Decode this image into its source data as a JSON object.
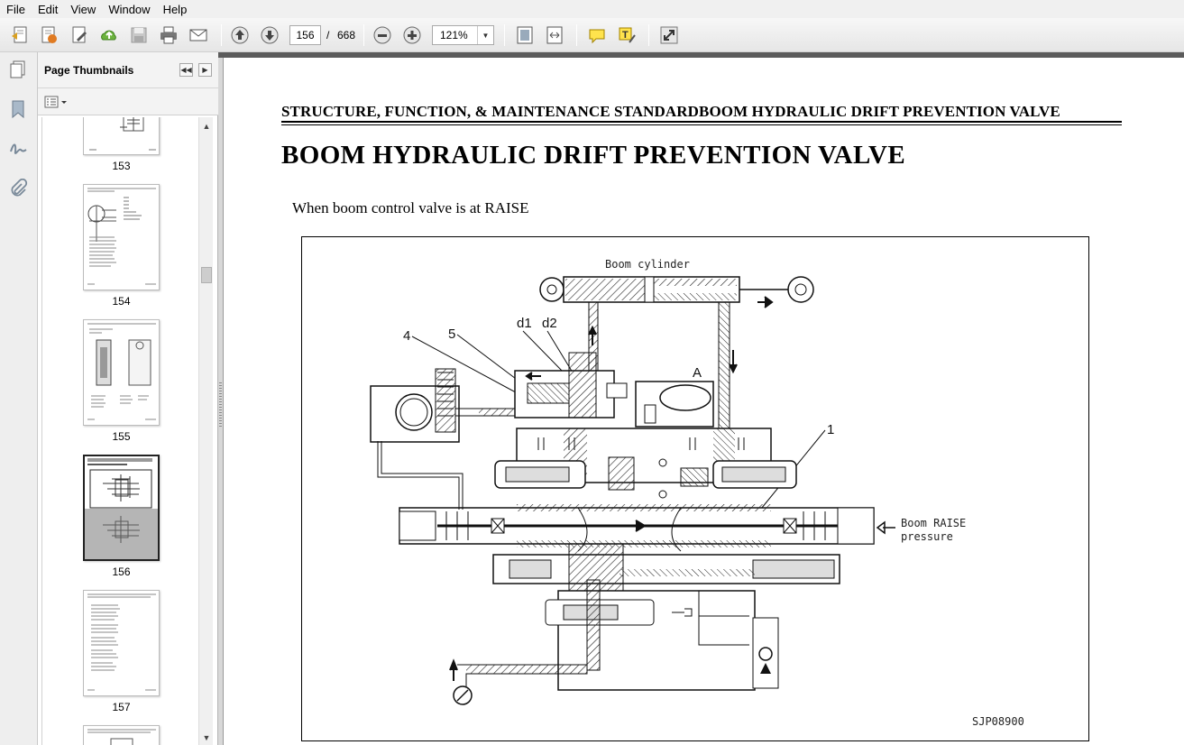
{
  "menu": [
    "File",
    "Edit",
    "View",
    "Window",
    "Help"
  ],
  "toolbar": {
    "current_page": "156",
    "page_separator": "/",
    "total_pages": "668",
    "zoom": "121%"
  },
  "panel": {
    "title": "Page Thumbnails",
    "thumbnails": [
      {
        "label": "153"
      },
      {
        "label": "154"
      },
      {
        "label": "155"
      },
      {
        "label": "156",
        "selected": true
      },
      {
        "label": "157"
      }
    ]
  },
  "document": {
    "header": "STRUCTURE, FUNCTION, & MAINTENANCE STANDARDBOOM HYDRAULIC DRIFT PREVENTION VALVE",
    "title": "BOOM HYDRAULIC DRIFT PREVENTION VALVE",
    "caption": "When boom control valve is at RAISE",
    "figure": {
      "label_cylinder": "Boom cylinder",
      "label_d1": "d1",
      "label_d2": "d2",
      "label_4": "4",
      "label_5": "5",
      "label_A": "A",
      "label_1": "1",
      "label_raise_1": "Boom RAISE",
      "label_raise_2": "pressure",
      "code": "SJP08900"
    }
  }
}
